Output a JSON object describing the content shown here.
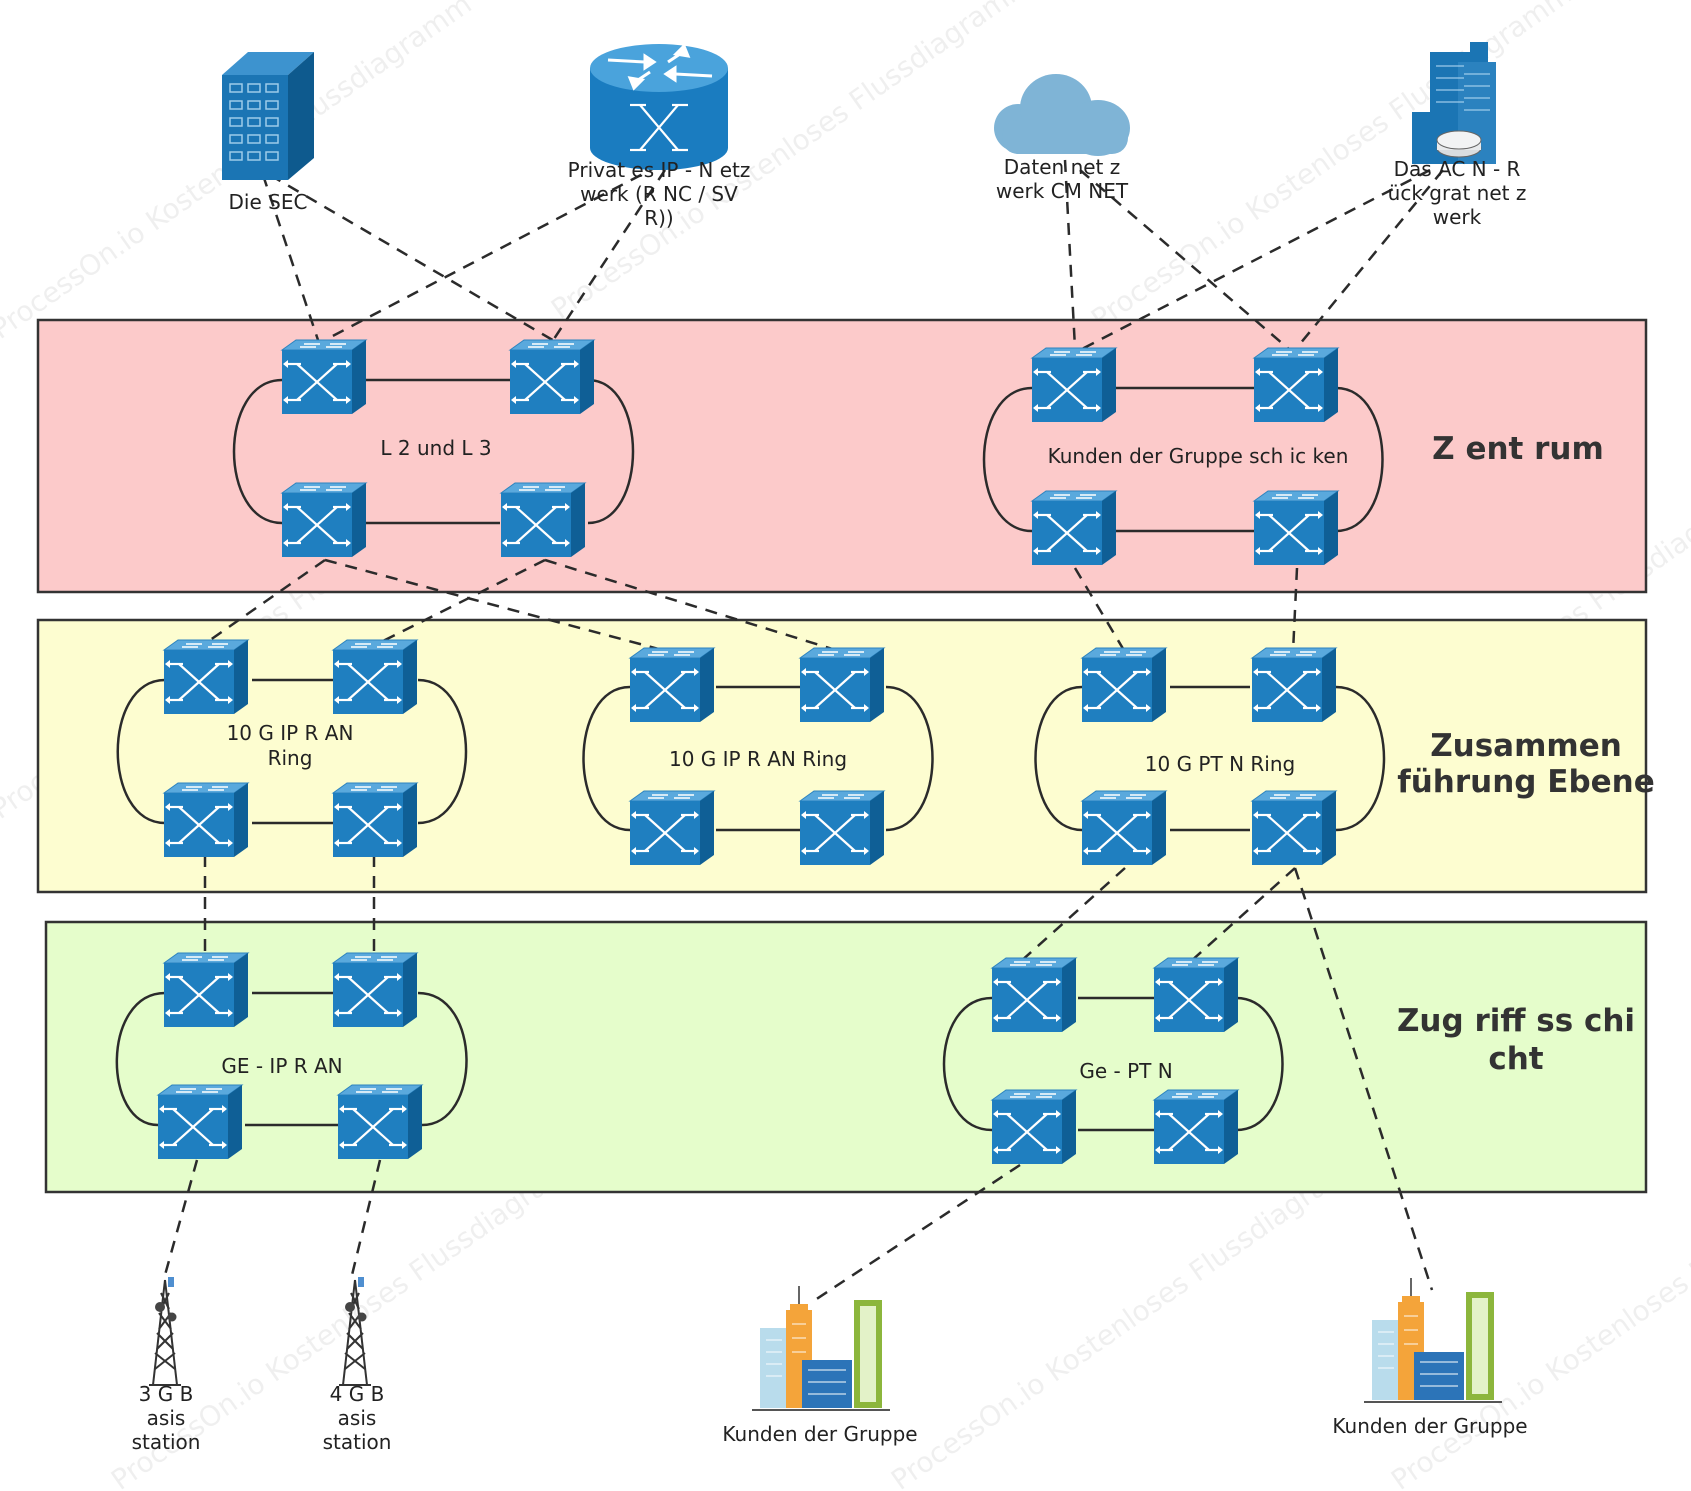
{
  "layers": {
    "core": {
      "title": [
        "Z ent rum"
      ],
      "color": "#fccaca"
    },
    "aggregation": {
      "title": [
        "Zusammen",
        "führung  Ebene"
      ],
      "color": "#fdfdd0"
    },
    "access": {
      "title": [
        "Zug riff ss chi",
        "cht"
      ],
      "color": "#e5fdcb"
    }
  },
  "rings": {
    "core_left": [
      "L 2  und  L 3"
    ],
    "core_right": [
      "Kunden  der  Gruppe  sch ic ken"
    ],
    "agg_1": [
      "10 G  IP R AN",
      "Ring"
    ],
    "agg_2": [
      "10 G  IP R AN  Ring"
    ],
    "agg_3": [
      "10 G  PT N  Ring"
    ],
    "acc_left": [
      "GE - IP R AN"
    ],
    "acc_right": [
      "Ge - PT N"
    ]
  },
  "top_nodes": {
    "sec": [
      "Die  SEC"
    ],
    "private_ip": [
      "Privat es  IP - N etz",
      "werk  (R NC  / SV",
      "R))"
    ],
    "datennetz": [
      "Daten net z",
      "werk  CM NET"
    ],
    "rueckgrat": [
      "Das  AC N - R",
      "ück grat net z",
      "werk"
    ]
  },
  "bottom_nodes": {
    "bs3g": [
      "3 G    B",
      "asis",
      "station"
    ],
    "bs4g": [
      "4 G    B",
      "asis",
      "station"
    ],
    "customers1": [
      "Kunden  der  Gruppe"
    ],
    "customers2": [
      "Kunden  der  Gruppe"
    ]
  },
  "watermark": "ProcessOn.io Kostenloses Flussdiagramm",
  "colors": {
    "switch_front": "#1f7fc0",
    "switch_top": "#5aa9dd",
    "switch_side": "#105f95",
    "building": "#1b75b4",
    "cloud": "#7fb4d6",
    "line": "#2b2b2b"
  }
}
